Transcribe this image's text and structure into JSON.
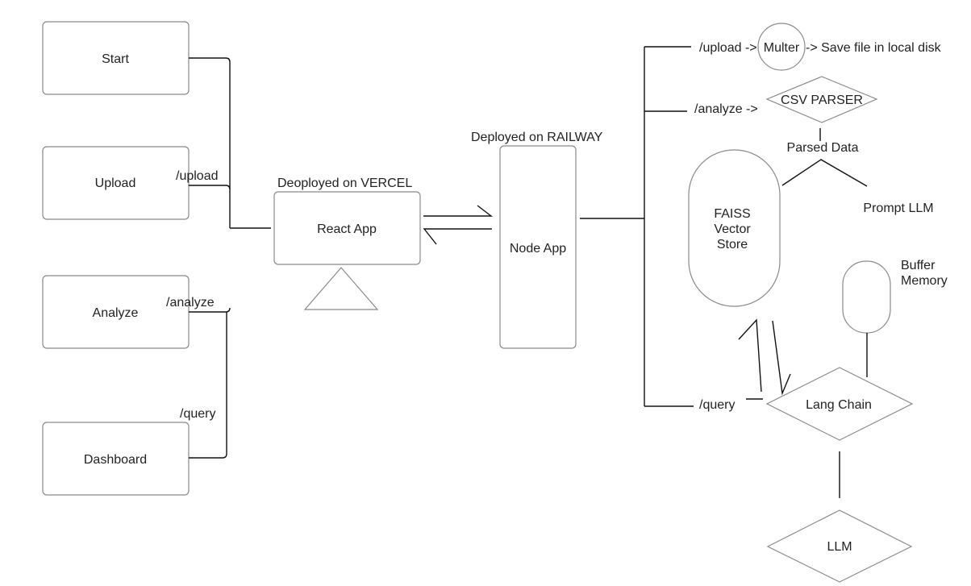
{
  "pages": {
    "start": "Start",
    "upload": "Upload",
    "analyze": "Analyze",
    "dashboard": "Dashboard"
  },
  "routes_left": {
    "upload": "/upload",
    "analyze": "/analyze",
    "query": "/query"
  },
  "frontend": {
    "deploy_label": "Deoployed on VERCEL",
    "app": "React App"
  },
  "backend": {
    "deploy_label": "Deployed on RAILWAY",
    "app": "Node App"
  },
  "routes_right": {
    "upload": "/upload ->",
    "analyze": "/analyze ->",
    "query": "/query"
  },
  "upload_flow": {
    "multer": "Multer",
    "save": "-> Save file in local disk"
  },
  "analyze_flow": {
    "csv_parser": "CSV PARSER",
    "parsed_data": "Parsed Data",
    "prompt_llm": "Prompt LLM"
  },
  "vector_store": {
    "line1": "FAISS",
    "line2": "Vector",
    "line3": "Store"
  },
  "memory": {
    "line1": "Buffer",
    "line2": "Memory"
  },
  "langchain": "Lang Chain",
  "llm": "LLM"
}
